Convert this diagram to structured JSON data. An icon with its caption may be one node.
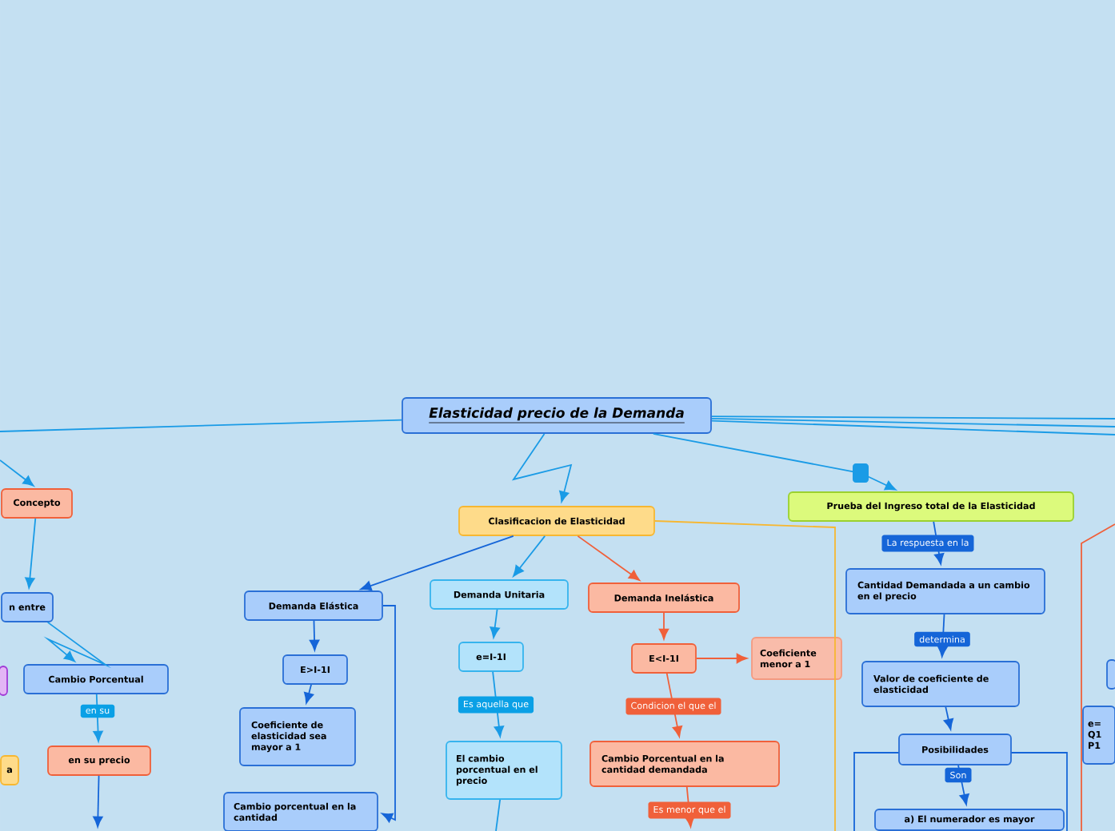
{
  "diagram": {
    "nodes": [
      {
        "text": [
          "Elasticidad precio de la Demanda"
        ]
      },
      {
        "text": [
          "Concepto"
        ]
      },
      {
        "text": [
          "n entre"
        ]
      },
      {
        "text": [],
        "shape": "box"
      },
      {
        "text": [
          "a"
        ]
      },
      {
        "text": [
          "Cambio Porcentual"
        ]
      },
      {
        "text": [
          "en su precio"
        ]
      },
      {
        "text": [
          "Clasificacion de Elasticidad"
        ]
      },
      {
        "text": [
          "Demanda Elástica"
        ]
      },
      {
        "text": [
          "E>I-1I"
        ]
      },
      {
        "text": [
          "Coeficiente de elasticidad sea mayor a 1"
        ]
      },
      {
        "text": [
          "Cambio porcentual en la cantidad"
        ]
      },
      {
        "text": [
          "Demanda Unitaria"
        ]
      },
      {
        "text": [
          "e=I-1I"
        ]
      },
      {
        "text": [
          "El cambio porcentual en el precio"
        ]
      },
      {
        "text": [
          "Demanda Inelástica"
        ]
      },
      {
        "text": [
          "E<I-1I"
        ]
      },
      {
        "text": [
          "Coeficiente menor a 1"
        ]
      },
      {
        "text": [
          "Cambio Porcentual en la cantidad demandada"
        ]
      },
      {
        "text": [
          "Prueba del Ingreso total de la Elasticidad"
        ]
      },
      {
        "text": [
          "Cantidad Demandada a un cambio en el precio"
        ]
      },
      {
        "text": [
          "Valor de coeficiente de elasticidad"
        ]
      },
      {
        "text": [
          "Posibilidades"
        ]
      },
      {
        "text": [
          "a) El numerador es mayor"
        ]
      },
      {
        "text": [],
        "shape": "box"
      },
      {
        "text": [
          "e= Q1 P1"
        ]
      }
    ],
    "edges": [
      {
        "from": 0,
        "to": null,
        "arrow": "none"
      },
      {
        "from": null,
        "to": 1,
        "arrow": "to"
      },
      {
        "from": 1,
        "to": 2,
        "arrow": "to",
        "color": "#1a9be6"
      },
      {
        "from": 2,
        "to": 5,
        "arrow": "to"
      },
      {
        "from": 5,
        "to": 6,
        "arrow": "to",
        "label": "en su"
      },
      {
        "from": 6,
        "to": null,
        "arrow": "to",
        "color": "#1565d8"
      },
      {
        "from": 0,
        "to": 7,
        "arrow": "to"
      },
      {
        "from": 7,
        "to": 8,
        "arrow": "to",
        "color": "#1565d8"
      },
      {
        "from": 8,
        "to": 9,
        "arrow": "to",
        "color": "#1565d8"
      },
      {
        "from": 9,
        "to": 10,
        "arrow": "to",
        "color": "#1565d8"
      },
      {
        "from": 8,
        "to": 11,
        "arrow": "to",
        "color": "#1565d8"
      },
      {
        "from": 7,
        "to": 12,
        "arrow": "to"
      },
      {
        "from": 12,
        "to": 13,
        "arrow": "to"
      },
      {
        "from": 13,
        "to": 14,
        "arrow": "to",
        "label": "Es aquella que"
      },
      {
        "from": 14,
        "to": null,
        "arrow": "none"
      },
      {
        "from": 7,
        "to": 15,
        "arrow": "to",
        "color": "#f0603a"
      },
      {
        "from": 15,
        "to": 16,
        "arrow": "to",
        "color": "#f0603a"
      },
      {
        "from": 16,
        "to": 17,
        "arrow": "to",
        "color": "#f0603a"
      },
      {
        "from": 16,
        "to": 18,
        "arrow": "to",
        "color": "#f0603a",
        "label": "Condicion el que el"
      },
      {
        "from": 18,
        "to": null,
        "arrow": "to",
        "color": "#f0603a",
        "label": "Es menor que el"
      },
      {
        "from": 7,
        "to": null,
        "arrow": "none",
        "color": "#f7b731"
      },
      {
        "from": 0,
        "to": 19,
        "arrow": "to"
      },
      {
        "from": 19,
        "to": 20,
        "arrow": "to",
        "color": "#1565d8",
        "label": "La respuesta en la"
      },
      {
        "from": 20,
        "to": 21,
        "arrow": "to",
        "color": "#1565d8",
        "label": "determina"
      },
      {
        "from": 21,
        "to": 22,
        "arrow": "to",
        "color": "#1565d8"
      },
      {
        "from": 22,
        "to": 23,
        "arrow": "to",
        "color": "#1565d8",
        "label": "Son"
      },
      {
        "from": 0,
        "to": null,
        "arrow": "none"
      },
      {
        "from": 0,
        "to": null,
        "arrow": "none"
      },
      {
        "from": 0,
        "to": null,
        "arrow": "none"
      }
    ]
  }
}
